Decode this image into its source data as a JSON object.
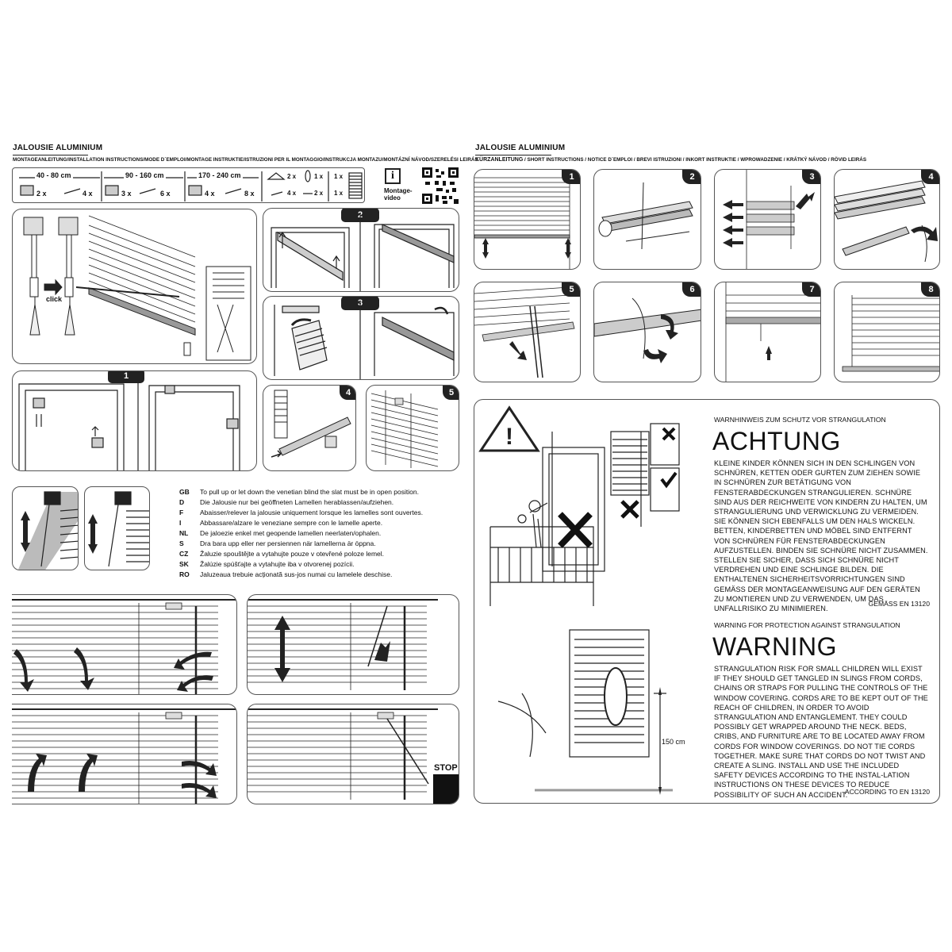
{
  "left": {
    "title": "JALOUSIE ALUMINIUM",
    "subtitle": "MONTAGEANLEITUNG/INSTALLATION INSTRUCTIONS/MODE D´EMPLOI/MONTAGE INSTRUKTIE/ISTRUZIONI PER IL MONTAGGIO/INSTRUKCJA MONTAZU/MONTÁZNÍ NÁVOD/SZERELÉSI LEIRÁS",
    "sizes": [
      {
        "range": "40 - 80 cm",
        "a": "2 x",
        "b": "4 x"
      },
      {
        "range": "90 - 160 cm",
        "a": "3 x",
        "b": "6 x"
      },
      {
        "range": "170 - 240 cm",
        "a": "4 x",
        "b": "8 x"
      }
    ],
    "extras": {
      "a": "2 x",
      "b": "4 x",
      "c": "1 x",
      "d": "2 x",
      "e": "1 x",
      "f": "1 x"
    },
    "video_label": "Montage-\nvideo",
    "click_label": "click",
    "step_numbers": [
      "1",
      "2",
      "3",
      "4",
      "5"
    ],
    "languages": [
      {
        "code": "GB",
        "text": "To pull up or let down the venetian blind the slat must be in open position."
      },
      {
        "code": "D",
        "text": "Die Jalousie nur bei geöffneten Lamellen herablassen/aufziehen."
      },
      {
        "code": "F",
        "text": "Abaisser/relever la jalousie uniquement lorsque les lamelles sont ouvertes."
      },
      {
        "code": "I",
        "text": "Abbassare/alzare le veneziane sempre con le lamelle aperte."
      },
      {
        "code": "NL",
        "text": "De jaloezie enkel met geopende lamellen neerlaten/ophalen."
      },
      {
        "code": "S",
        "text": "Dra bara upp eller ner persiennen när lamellerna är öppna."
      },
      {
        "code": "CZ",
        "text": "Žaluzie spouštějte a vytahujte pouze v otevřené poloze lemel."
      },
      {
        "code": "SK",
        "text": "Žalúzie spúšťajte a vytahujte iba v otvorenej pozícii."
      },
      {
        "code": "RO",
        "text": "Jaluzeaua trebuie acționată sus-jos numai cu lamelele deschise."
      }
    ],
    "stop_label": "STOP"
  },
  "right": {
    "title": "JALOUSIE ALUMINIUM",
    "subtitle_bold": "KÜRZANLEITUNG",
    "subtitle": " / SHORT INSTRUCTIONS / NOTICE D´EMPLOI / BREVI ISTRUZIONI / INKORT INSTRUKTIE / WPROWADZENIE / KRÁTKÝ NÁVOD / RÖVID LEIRÁS",
    "step_numbers": [
      "1",
      "2",
      "3",
      "4",
      "5",
      "6",
      "7",
      "8"
    ],
    "de_heading": "WARNHINWEIS ZUM SCHUTZ VOR STRANGULATION",
    "de_big": "ACHTUNG",
    "de_body": "KLEINE KINDER KÖNNEN SICH IN DEN SCHLINGEN VON SCHNÜREN, KETTEN ODER GURTEN ZUM ZIEHEN SOWIE IN SCHNÜREN ZUR BETÄTIGUNG VON FENSTERABDECKUNGEN STRANGULIEREN. SCHNÜRE SIND AUS DER REICHWEITE VON KINDERN ZU HALTEN, UM STRANGULIERUNG UND VERWICKLUNG ZU VERMEIDEN. SIE KÖNNEN SICH EBENFALLS UM DEN HALS WICKELN. BETTEN, KINDERBETTEN UND MÖBEL SIND ENTFERNT VON SCHNÜREN FÜR FENSTERABDECKUNGEN AUFZUSTELLEN. BINDEN SIE SCHNÜRE NICHT ZUSAMMEN. STELLEN SIE SICHER, DASS SICH SCHNÜRE NICHT VERDREHEN UND EINE SCHLINGE BILDEN. DIE ENTHALTENEN SICHERHEITSVORRICHTUNGEN SIND GEMÄß DER MONTAGEANWEISUNG AUF DEN GERÄTEN ZU MONTIEREN UND ZU VERWENDEN, UM DAS UNFALLRISIKO ZU MINIMIEREN.",
    "de_norm": "GEMÄSS EN 13120",
    "en_heading": "WARNING FOR PROTECTION AGAINST STRANGULATION",
    "en_big": "WARNING",
    "en_body": "STRANGULATION RISK FOR SMALL CHILDREN WILL EXIST IF THEY SHOULD GET TANGLED IN SLINGS FROM CORDS, CHAINS OR STRAPS FOR PULLING THE CONTROLS OF THE WINDOW COVERING. CORDS ARE TO BE KEPT OUT OF THE REACH OF CHILDREN, IN ORDER TO AVOID STRANGULATION AND ENTANGLEMENT. THEY COULD POSSIBLY GET WRAPPED AROUND THE NECK. BEDS, CRIBS, AND FURNITURE ARE TO BE LOCATED AWAY FROM CORDS FOR WINDOW COVERINGS. DO NOT TIE CORDS TOGETHER. MAKE SURE THAT CORDS DO NOT TWIST AND CREATE A SLING. INSTALL AND USE THE INCLUDED SAFETY DEVICES ACCORDING TO THE INSTAL-LATION INSTRUCTIONS ON THESE DEVICES TO REDUCE POSSIBILITY OF SUCH AN ACCIDENT.",
    "en_norm": "ACCORDING TO EN 13120",
    "height_label": "150 cm"
  }
}
